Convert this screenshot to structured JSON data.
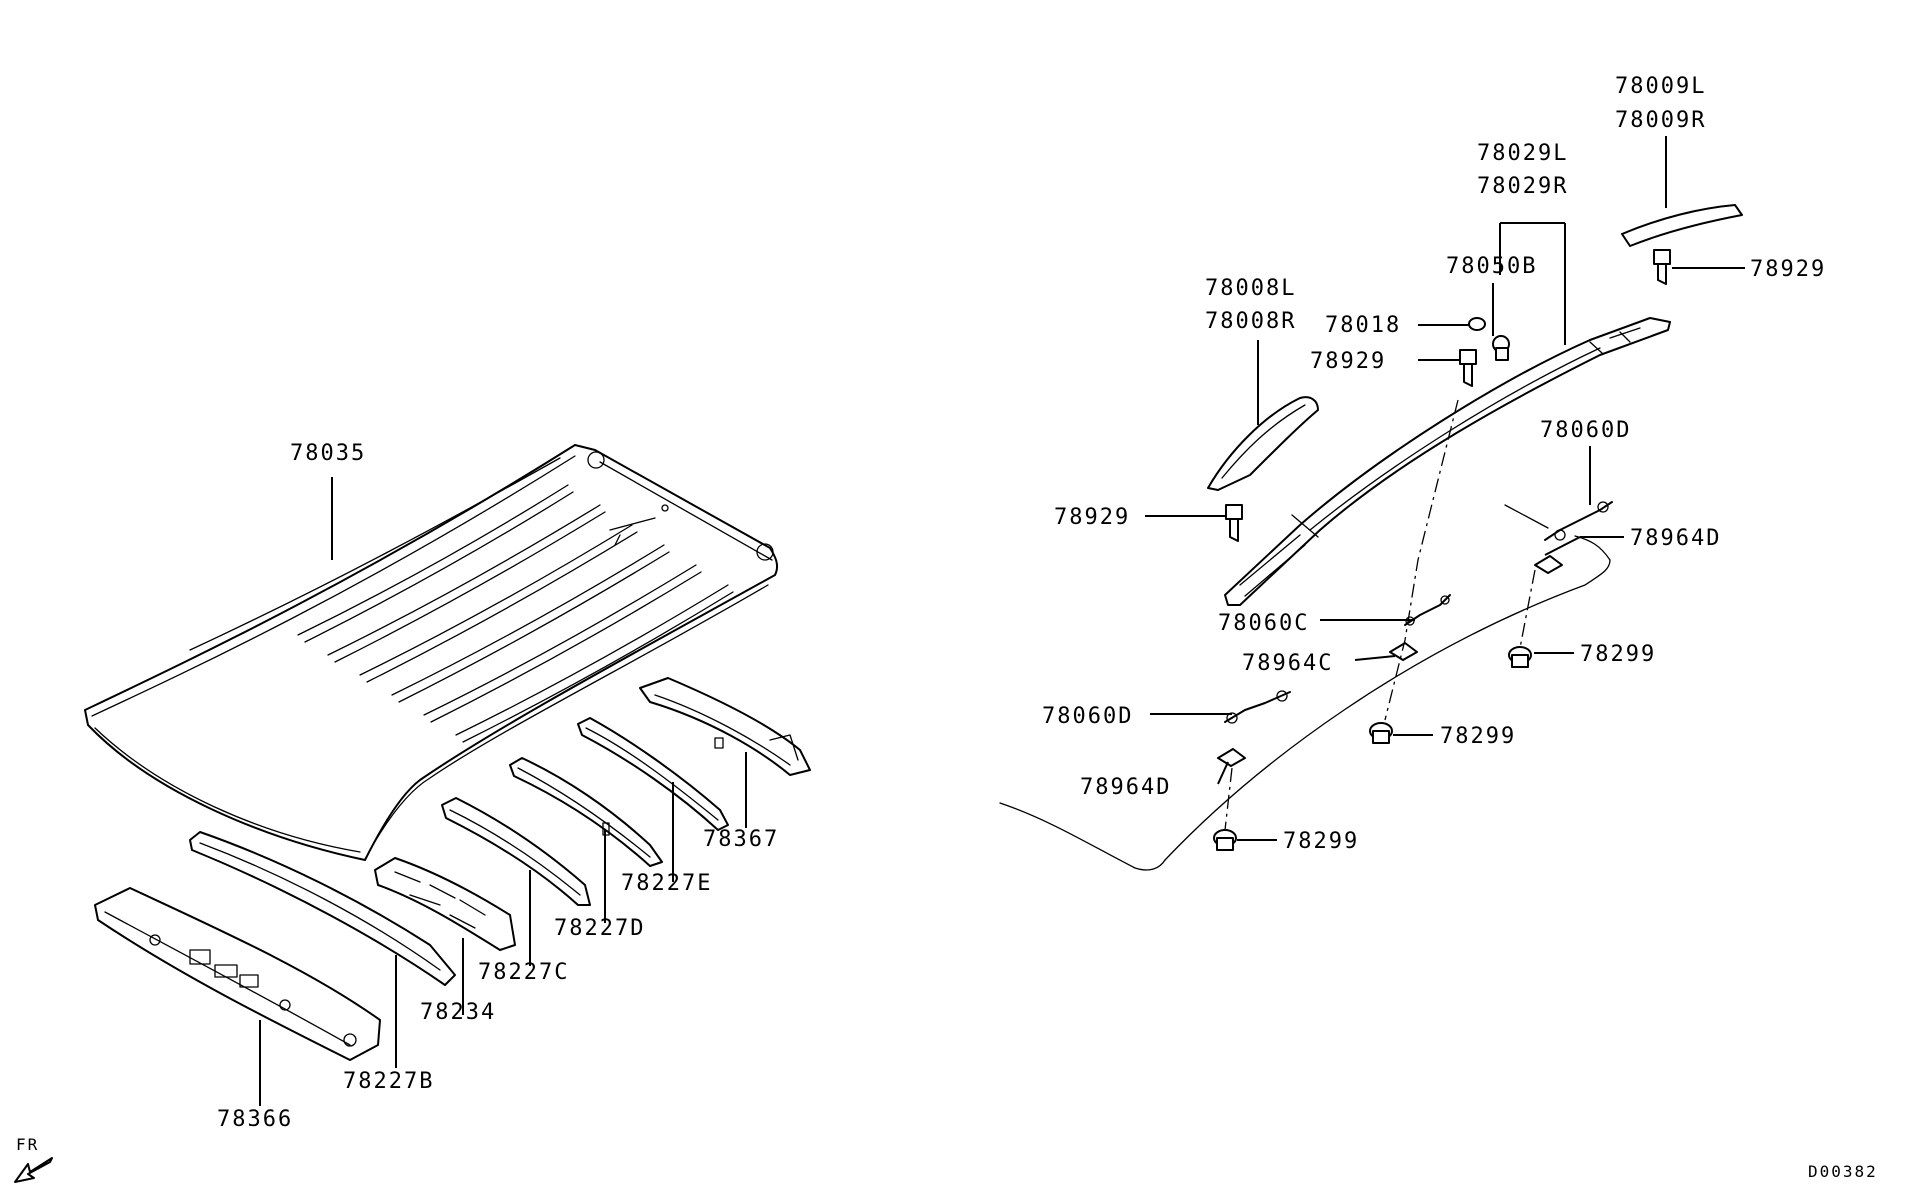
{
  "diagram": {
    "drawing_code": "D00382",
    "direction_label": "FR",
    "callouts": {
      "roof_panel": "78035",
      "rear_header": "78366",
      "bow_b": "78227B",
      "bow_panel": "78234",
      "bow_c": "78227C",
      "bow_d": "78227D",
      "bow_e": "78227E",
      "front_header": "78367",
      "rear_cover_l": "78009L",
      "rear_cover_r": "78009R",
      "rail_l": "78029L",
      "rail_r": "78029R",
      "rail_clip": "78050B",
      "front_cover_l": "78008L",
      "front_cover_r": "78008R",
      "cap": "78018",
      "screw_rear": "78929",
      "screw_mid": "78929",
      "screw_front": "78929",
      "bracket_right": "78060D",
      "bracket_mid": "78060C",
      "bracket_left": "78060D",
      "washer_right": "78964D",
      "washer_mid": "78964C",
      "washer_left": "78964D",
      "grommet_right": "78299",
      "grommet_mid": "78299",
      "grommet_left": "78299"
    }
  }
}
